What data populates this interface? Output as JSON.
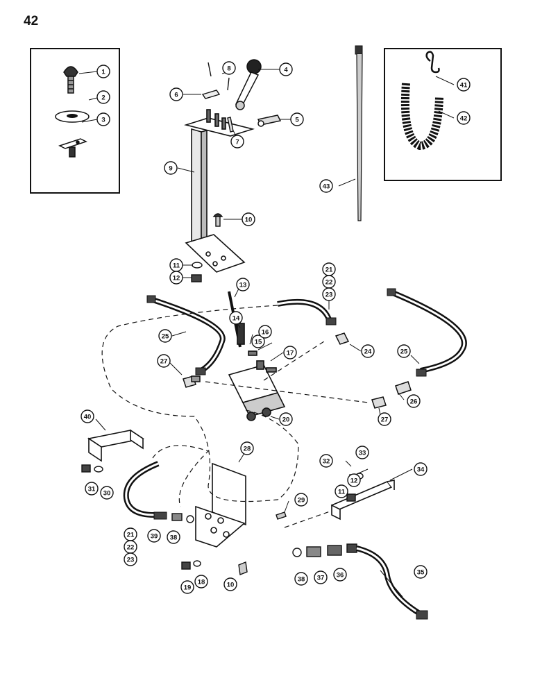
{
  "page_number": "42",
  "colors": {
    "ink": "#111111",
    "paper": "#ffffff"
  },
  "callouts": {
    "c1": "1",
    "c2": "2",
    "c3": "3",
    "c4": "4",
    "c5": "5",
    "c6": "6",
    "c7": "7",
    "c8": "8",
    "c9": "9",
    "c10a": "10",
    "c10b": "10",
    "c11a": "11",
    "c11b": "11",
    "c12a": "12",
    "c12b": "12",
    "c13": "13",
    "c14": "14",
    "c15": "15",
    "c16": "16",
    "c17": "17",
    "c18": "18",
    "c19": "19",
    "c20": "20",
    "c21a": "21",
    "c22a": "22",
    "c23a": "23",
    "c21b": "21",
    "c22b": "22",
    "c23b": "23",
    "c24": "24",
    "c25a": "25",
    "c25b": "25",
    "c26": "26",
    "c27a": "27",
    "c27b": "27",
    "c28": "28",
    "c29": "29",
    "c30": "30",
    "c31": "31",
    "c32": "32",
    "c33": "33",
    "c34": "34",
    "c35": "35",
    "c36": "36",
    "c37": "37",
    "c38a": "38",
    "c38b": "38",
    "c39": "39",
    "c40": "40",
    "c41": "41",
    "c42": "42",
    "c43": "43"
  }
}
